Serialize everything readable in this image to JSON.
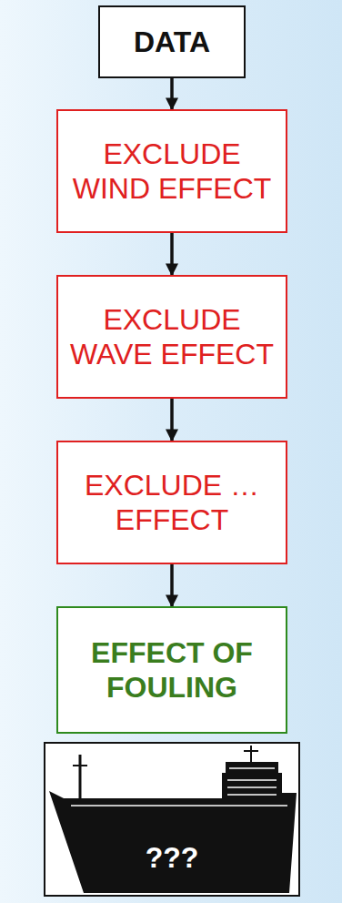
{
  "diagram": {
    "nodes": [
      {
        "text": [
          "DATA"
        ]
      },
      {
        "text": [
          "EXCLUDE WIND EFFECT"
        ]
      },
      {
        "text": [
          "EXCLUDE WAVE EFFECT"
        ]
      },
      {
        "text": [
          "EXCLUDE … EFFECT"
        ]
      },
      {
        "text": [
          "EFFECT OF FOULING"
        ]
      },
      {
        "text": [
          "???"
        ]
      }
    ],
    "edges": [
      {
        "from": 0,
        "to": 1,
        "arrow": "to"
      },
      {
        "from": 1,
        "to": 2,
        "arrow": "to"
      },
      {
        "from": 2,
        "to": 3,
        "arrow": "to"
      },
      {
        "from": 3,
        "to": 4,
        "arrow": "to"
      }
    ]
  }
}
